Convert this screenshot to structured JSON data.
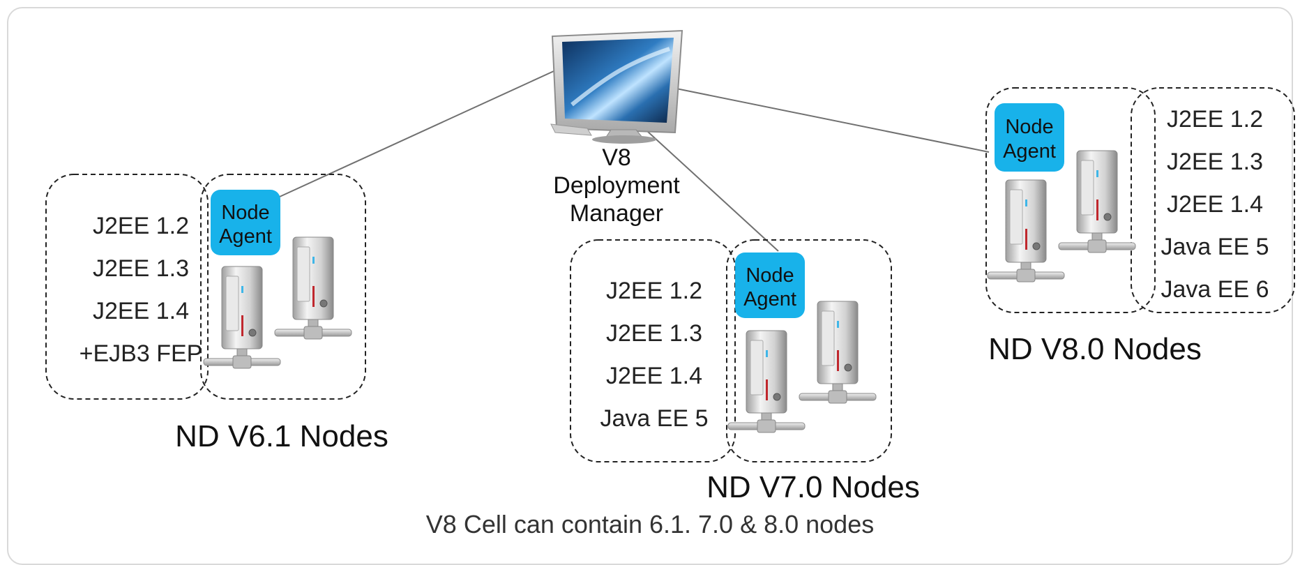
{
  "deployment_manager": {
    "icon": "monitor-icon",
    "label_lines": [
      "V8",
      "Deployment",
      "Manager"
    ]
  },
  "node_groups": [
    {
      "title": "ND V6.1 Nodes",
      "agent_lines": [
        "Node",
        "Agent"
      ],
      "specs": [
        "J2EE 1.2",
        "J2EE 1.3",
        "J2EE 1.4",
        "+EJB3 FEP"
      ]
    },
    {
      "title": "ND V7.0 Nodes",
      "agent_lines": [
        "Node",
        "Agent"
      ],
      "specs": [
        "J2EE 1.2",
        "J2EE 1.3",
        "J2EE 1.4",
        "Java EE 5"
      ]
    },
    {
      "title": "ND V8.0 Nodes",
      "agent_lines": [
        "Node",
        "Agent"
      ],
      "specs": [
        "J2EE 1.2",
        "J2EE 1.3",
        "J2EE 1.4",
        "Java EE 5",
        "Java EE 6"
      ]
    }
  ],
  "caption": "V8 Cell can contain 6.1. 7.0 & 8.0 nodes",
  "colors": {
    "agent_fill": "#18b2ea",
    "line": "#707070",
    "server_body": "#d6d6d6",
    "monitor_screen": "#1f5d9c"
  },
  "icons": [
    "monitor-icon",
    "server-tower-icon"
  ]
}
